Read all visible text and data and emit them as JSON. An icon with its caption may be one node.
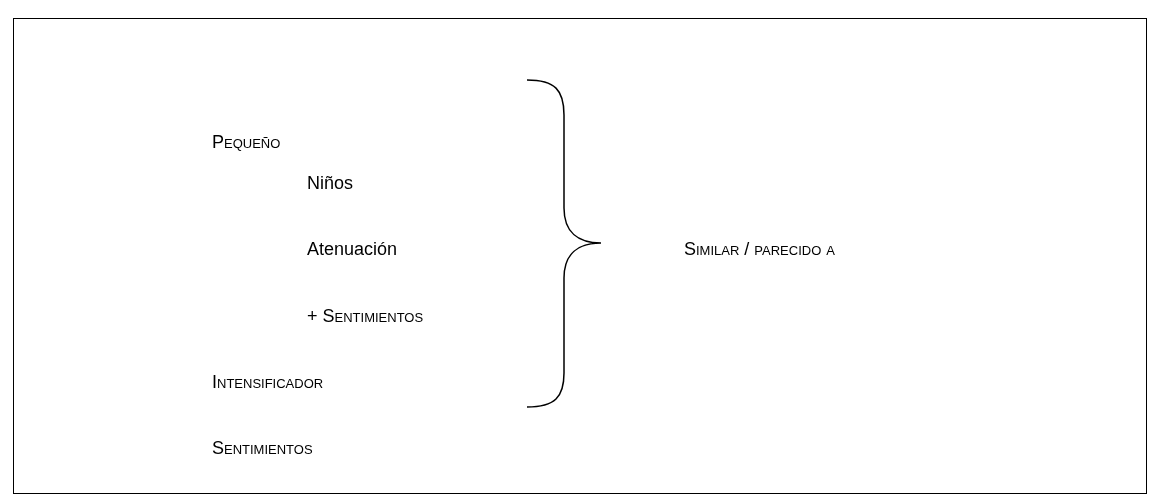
{
  "diagram": {
    "labels": [
      "Pequeño",
      "Niños",
      "Atenuación",
      "+ Sentimientos",
      "Intensificador",
      "Sentimientos",
      "Similar / parecido a"
    ]
  }
}
